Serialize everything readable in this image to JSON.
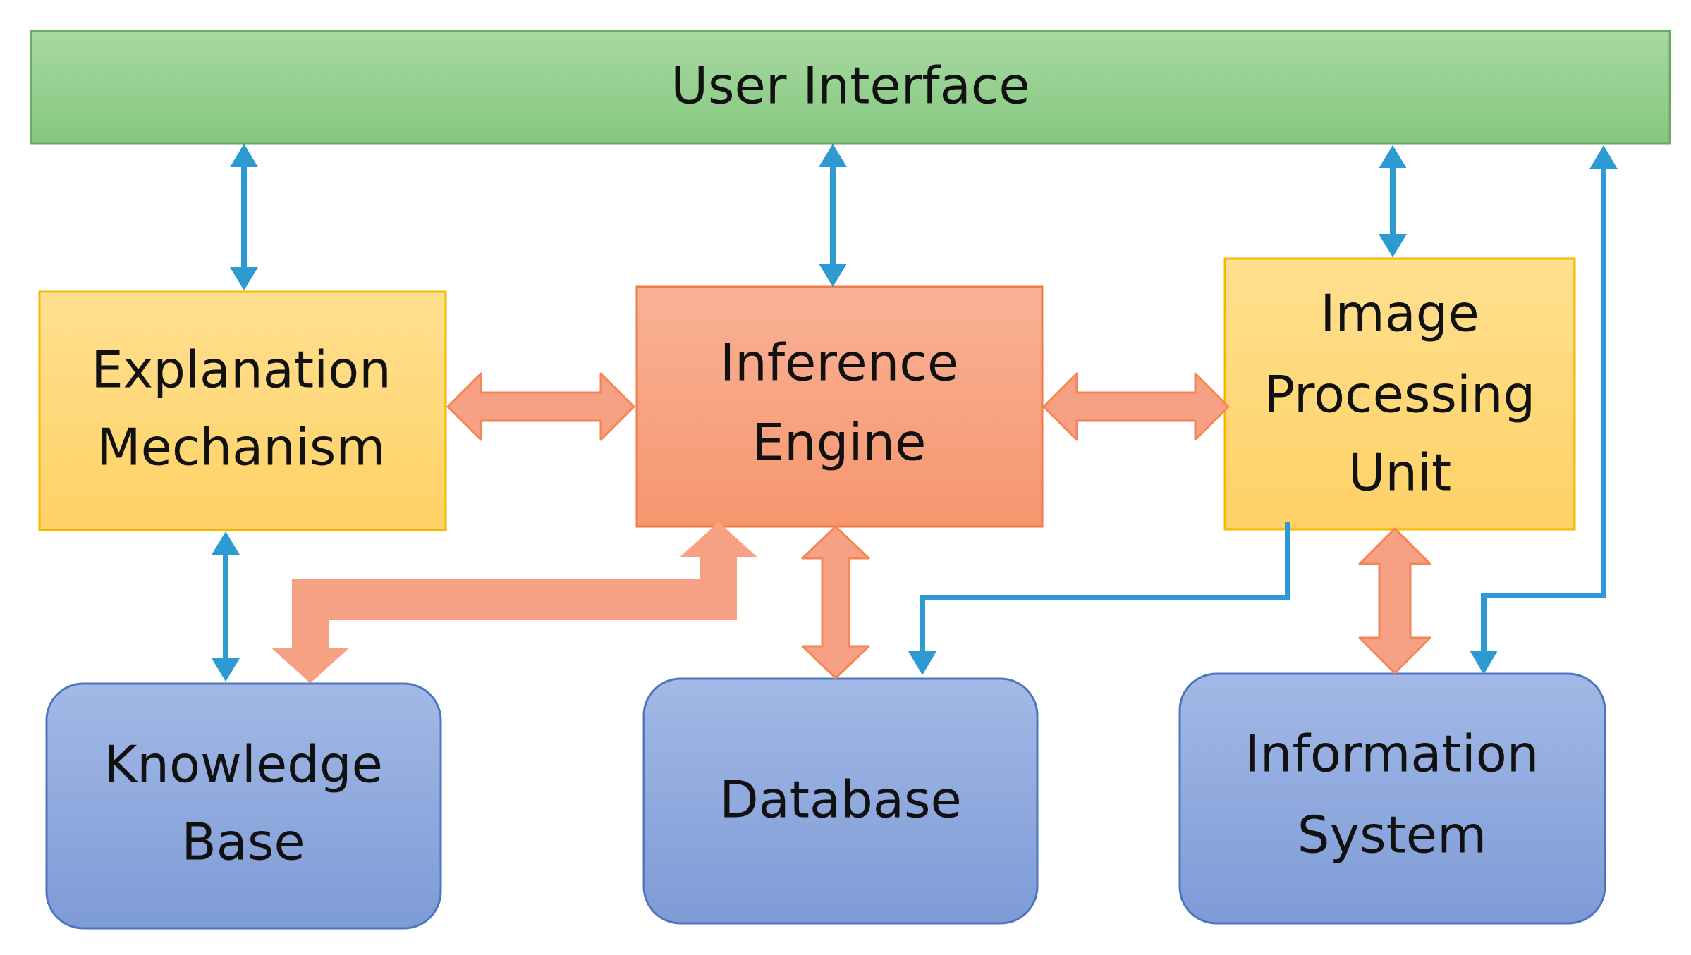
{
  "nodes": {
    "user_interface": {
      "label": "User Interface"
    },
    "explanation_mechanism": {
      "lines": [
        "Explanation",
        "Mechanism"
      ]
    },
    "inference_engine": {
      "lines": [
        "Inference",
        "Engine"
      ]
    },
    "image_processing_unit": {
      "lines": [
        "Image",
        "Processing",
        "Unit"
      ]
    },
    "knowledge_base": {
      "lines": [
        "Knowledge",
        "Base"
      ]
    },
    "database": {
      "label": "Database"
    },
    "information_system": {
      "lines": [
        "Information",
        "System"
      ]
    }
  },
  "colors": {
    "green_fill": "#8fcd8a",
    "green_stroke": "#6aaa64",
    "yellow_fill": "#ffd778",
    "yellow_stroke": "#f5b800",
    "salmon_fill": "#f8a585",
    "salmon_stroke": "#f07a45",
    "blue_fill": "#8aa6dc",
    "blue_stroke": "#4f74c0",
    "blue_arrow": "#2e9ad4",
    "orange_arrow_fill": "#f7a184",
    "orange_arrow_stroke": "#f58457"
  }
}
